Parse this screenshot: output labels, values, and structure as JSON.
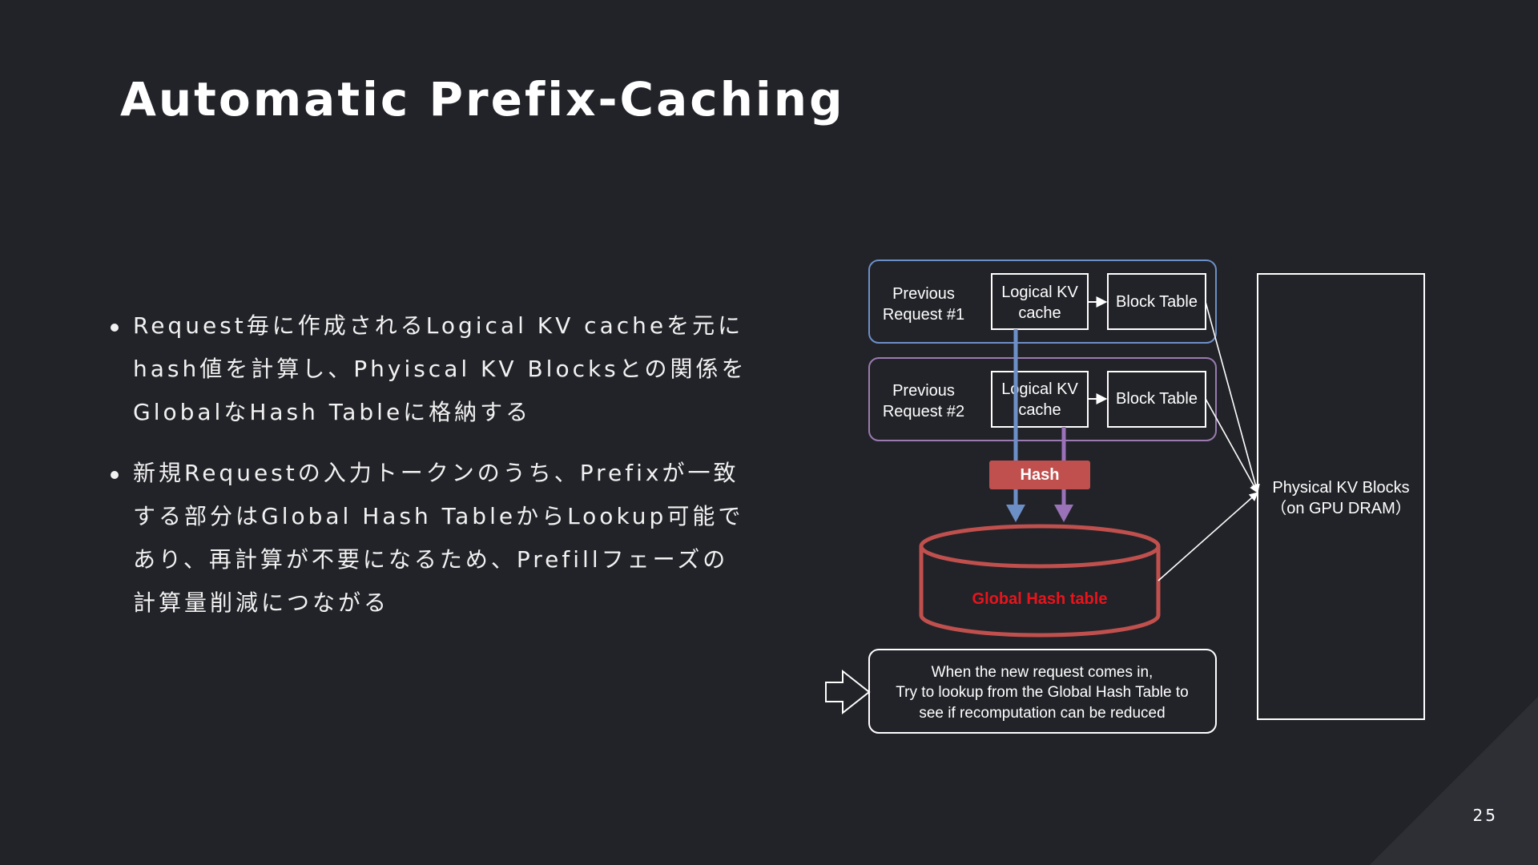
{
  "slide": {
    "title": "Automatic Prefix-Caching",
    "page_number": "25",
    "bullets": [
      "Request毎に作成されるLogical KV cacheを元にhash値を計算し、Phyiscal KV Blocksとの関係をGlobalなHash Tableに格納する",
      "新規Requestの入力トークンのうち、Prefixが一致する部分はGlobal Hash TableからLookup可能であり、再計算が不要になるため、Prefillフェーズの計算量削減につながる"
    ]
  },
  "diagram": {
    "request1": {
      "line1": "Previous",
      "line2": "Request #1"
    },
    "request2": {
      "line1": "Previous",
      "line2": "Request #2"
    },
    "logical_kv": {
      "line1": "Logical KV",
      "line2": "cache"
    },
    "block_table": "Block Table",
    "hash": "Hash",
    "global_hash_table": "Global Hash table",
    "physical": {
      "line1": "Physical KV Blocks",
      "line2": "（on GPU DRAM）"
    },
    "note": {
      "line1": "When the new request comes in,",
      "line2": "Try to lookup from the Global Hash Table to",
      "line3": "see if recomputation can be reduced"
    },
    "colors": {
      "request1_border": "#6d8fc7",
      "request2_border": "#9a7bb0",
      "arrow_blue": "#6d8fc7",
      "arrow_purple": "#9a72b8",
      "hash_fill": "#c0504d",
      "cylinder_stroke": "#c0504d",
      "table_label": "#e8141c"
    }
  }
}
